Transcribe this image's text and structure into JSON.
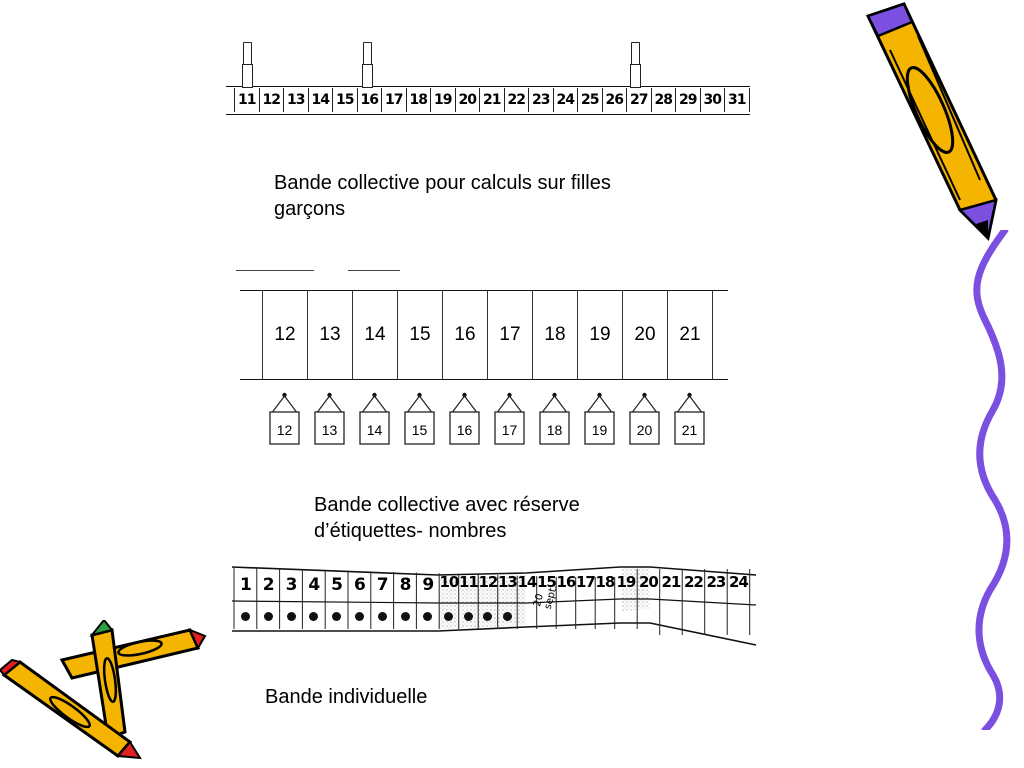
{
  "strip1": {
    "numbers": [
      "11",
      "12",
      "13",
      "14",
      "15",
      "16",
      "17",
      "18",
      "19",
      "20",
      "21",
      "22",
      "23",
      "24",
      "25",
      "26",
      "27",
      "28",
      "29",
      "30",
      "31"
    ]
  },
  "caption1": {
    "line1": "Bande collective pour calculs sur filles",
    "line2": "garçons"
  },
  "strip2": {
    "numbers": [
      "12",
      "13",
      "14",
      "15",
      "16",
      "17",
      "18",
      "19",
      "20",
      "21"
    ],
    "tags": [
      "12",
      "13",
      "14",
      "15",
      "16",
      "17",
      "18",
      "19",
      "20",
      "21"
    ]
  },
  "caption2": {
    "line1": "Bande collective avec réserve",
    "line2": "d’étiquettes- nombres"
  },
  "strip3": {
    "numbers": [
      "1",
      "2",
      "3",
      "4",
      "5",
      "6",
      "7",
      "8",
      "9",
      "10",
      "11",
      "12",
      "13",
      "14",
      "15",
      "16",
      "17",
      "18",
      "19",
      "20",
      "21",
      "22",
      "23",
      "24"
    ],
    "dots_count": 13,
    "note": "20 sept."
  },
  "caption3": {
    "text": "Bande individuelle"
  },
  "colors": {
    "crayon_yellow": "#f5b400",
    "crayon_purple": "#7b4fe0",
    "crayon_red": "#e02020",
    "crayon_green": "#2ea040"
  }
}
